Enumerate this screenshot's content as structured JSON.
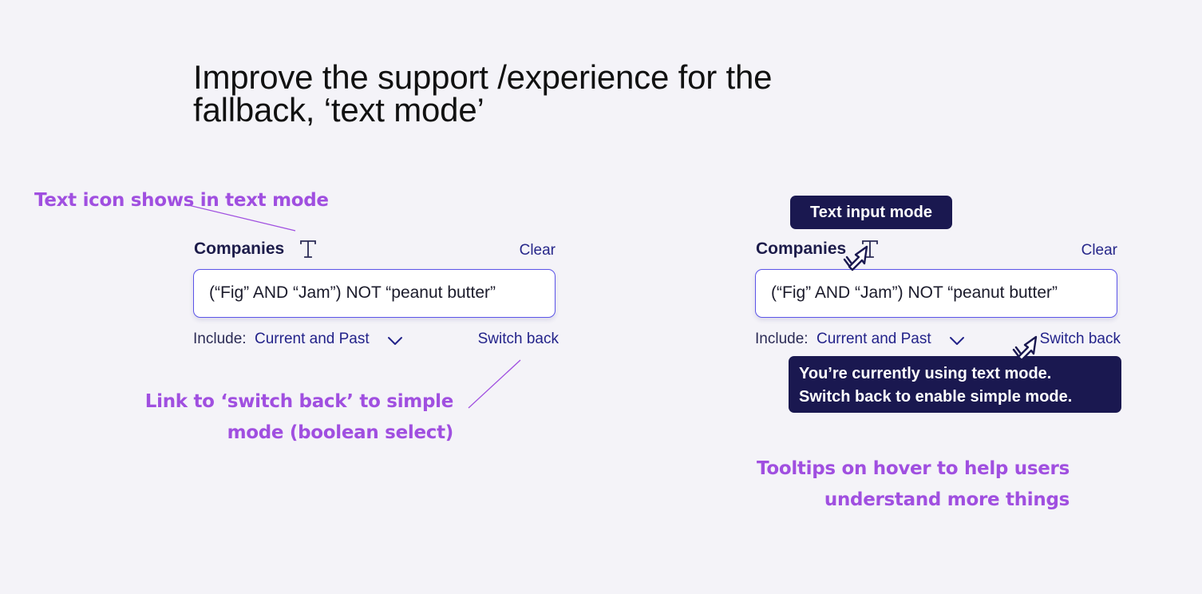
{
  "title": {
    "line1": "Improve the support /experience for the",
    "line2": "fallback, ‘text mode’"
  },
  "annotations": {
    "text_icon": "Text icon shows in text mode",
    "switch_back_line1": "Link to ‘switch back’ to simple",
    "switch_back_line2": "mode (boolean select)",
    "tooltips_line1": "Tooltips on hover to help users",
    "tooltips_line2": "understand more things"
  },
  "panels": {
    "left": {
      "label": "Companies",
      "clear": "Clear",
      "input_value": "(“Fig” AND “Jam”) NOT “peanut butter”",
      "include_label": "Include:",
      "include_value": "Current and Past",
      "switch_back": "Switch back"
    },
    "right": {
      "label": "Companies",
      "clear": "Clear",
      "input_value": "(“Fig” AND “Jam”) NOT “peanut butter”",
      "include_label": "Include:",
      "include_value": "Current and Past",
      "switch_back": "Switch back"
    }
  },
  "tooltips": {
    "text_input_mode": "Text input mode",
    "switch_back_line1": "You’re currently using text mode.",
    "switch_back_line2": "Switch back to enable simple mode."
  },
  "icons": {
    "text_mode": "text-mode-icon",
    "chevron": "chevron-down-icon",
    "cursor": "hand-pointer-cursor-icon"
  },
  "colors": {
    "background": "#f4f3f8",
    "annotation": "#a04fe0",
    "link": "#23238a",
    "input_border": "#5b54e8",
    "tooltip_bg": "#1a1850",
    "label": "#1c1b4a"
  }
}
